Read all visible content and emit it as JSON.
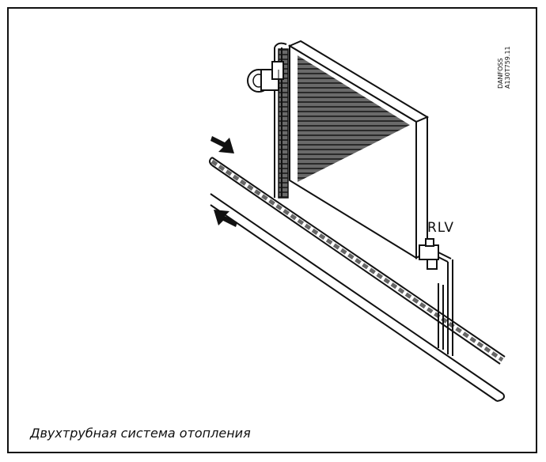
{
  "figure": {
    "caption": "Двухтрубная система отопления",
    "valve_label": "RLV",
    "stamp_line1": "DANFOSS",
    "stamp_line2": "A130T759.11"
  },
  "colors": {
    "ink": "#111111",
    "background": "#ffffff"
  },
  "icons": [
    "flow-in-arrow-icon",
    "flow-out-arrow-icon",
    "thermostat-head-icon",
    "return-valve-icon"
  ]
}
